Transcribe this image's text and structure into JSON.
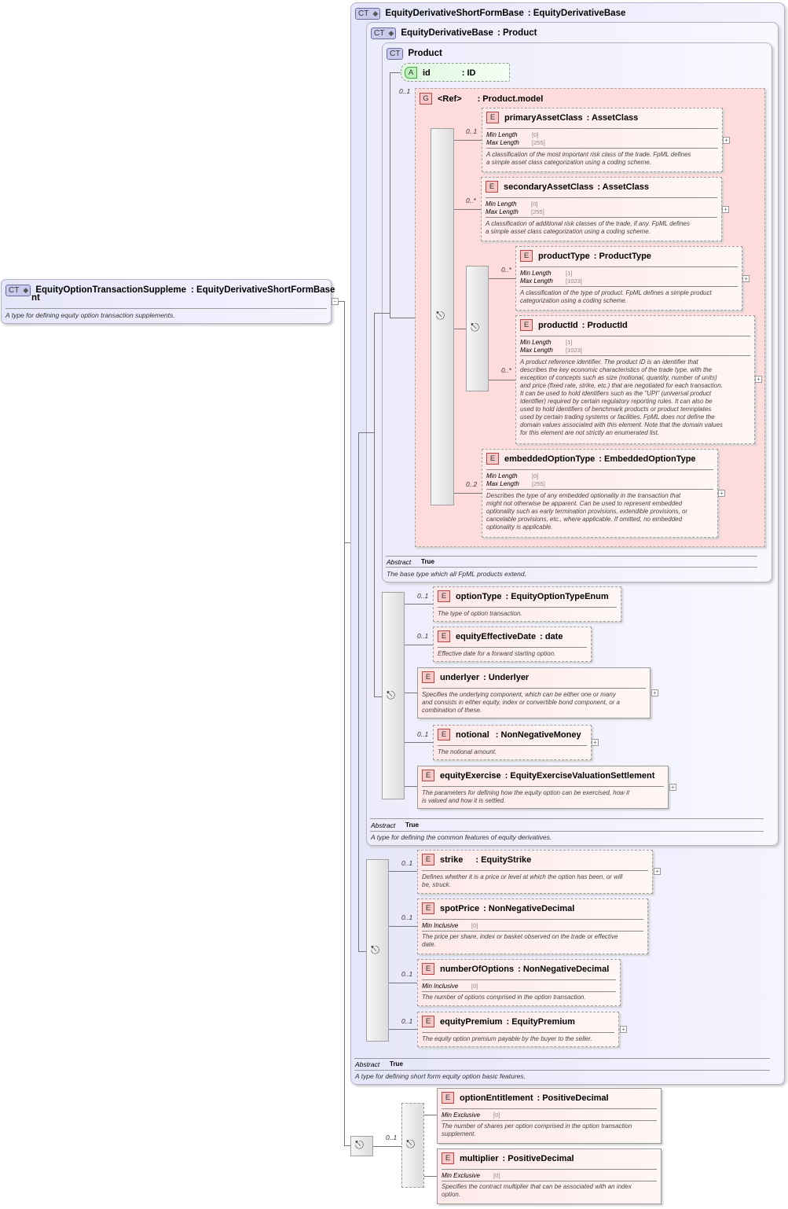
{
  "root": {
    "name": "EquityOptionTransactionSuppleme nt",
    "name_line1": "EquityOptionTransactionSuppleme",
    "name_line2": "nt",
    "base": ": EquityDerivativeShortFormBase",
    "doc": "A type for defining equity option transaction supplements.",
    "badge": "CT"
  },
  "badges": {
    "complex_type": "CT",
    "element": "E",
    "attribute": "A",
    "group": "G"
  },
  "labels": {
    "min_length": "Min Length",
    "max_length": "Max Length",
    "min_inclusive": "Min Inclusive",
    "min_exclusive": "Min Exclusive",
    "abstract": "Abstract"
  },
  "short_form_base": {
    "name": "EquityDerivativeShortFormBase",
    "base": ": EquityDerivativeBase",
    "abstract": "True",
    "doc": "A type for defining short form equity option basic features."
  },
  "derivative_base": {
    "name": "EquityDerivativeBase",
    "base": ": Product",
    "abstract": "True",
    "doc": "A type for defining the common features of equity derivatives."
  },
  "product": {
    "name": "Product",
    "abstract": "True",
    "doc": "The base type which all FpML products extend.",
    "attribute": {
      "name": "id",
      "type": ": ID"
    },
    "group": {
      "name": "<Ref>",
      "type": ": Product.model",
      "card": "0..1"
    }
  },
  "product_model_elements": [
    {
      "name": "primaryAssetClass",
      "type": ": AssetClass",
      "card": "0..1",
      "min": "[0]",
      "max": "[255]",
      "doc1": "A classification of the most important risk class of the trade. FpML defines",
      "doc2": "a simple asset class categorization using a coding scheme."
    },
    {
      "name": "secondaryAssetClass",
      "type": ": AssetClass",
      "card": "0..*",
      "min": "[0]",
      "max": "[255]",
      "doc1": "A classification of additional risk classes of the trade, if any. FpML defines",
      "doc2": "a simple asset class categorization using a coding scheme."
    },
    {
      "name": "productType",
      "type": ": ProductType",
      "card": "0..*",
      "min": "[1]",
      "max": "[1023]",
      "doc1": "A classification of the type of product. FpML defines a simple product",
      "doc2": "categorization using a coding scheme."
    },
    {
      "name": "productId",
      "type": ": ProductId",
      "card": "0..*",
      "min": "[1]",
      "max": "[1023]",
      "doc_lines": [
        "A product reference identifier. The product ID is an identifier that",
        "describes the key economic characteristics of the trade type, with the",
        "exception of concepts such as size (notional, quantity, number of units)",
        "and price (fixed rate, strike, etc.) that are negotiated for each transaction.",
        "It can be used to hold identifiers such as the \"UPI\" (universal product",
        "identifier) required by certain regulatory reporting rules. It can also be",
        "used to hold identifiers of benchmark products or product temnplates",
        "used by certain trading systems or facilities. FpML does not define the",
        "domain values associated with this element. Note that the domain values",
        "for this element are not strictly an enumerated list."
      ]
    },
    {
      "name": "embeddedOptionType",
      "type": ": EmbeddedOptionType",
      "card": "0..2",
      "min": "[0]",
      "max": "[255]",
      "doc_lines": [
        "Describes the type of any embedded optionality in the transaction that",
        "might not otherwise be apparent. Can be used to represent embedded",
        "optionality such as early termination provisions, extendible provisions, or",
        "cancelable provisions, etc., where applicable. If omitted, no embedded",
        "optionality is applicable."
      ]
    }
  ],
  "derivative_elements": [
    {
      "name": "optionType",
      "type": ": EquityOptionTypeEnum",
      "card": "0..1",
      "doc1": "The type of option transaction."
    },
    {
      "name": "equityEffectiveDate",
      "type": ": date",
      "card": "0..1",
      "doc1": "Effective date for a forward starting option."
    },
    {
      "name": "underlyer",
      "type": ": Underlyer",
      "card": "",
      "doc_lines": [
        "Specifies the underlying component, which can be either one or many",
        "and consists in either equity, index or convertible bond component, or a",
        "combination of these."
      ]
    },
    {
      "name": "notional",
      "type": ": NonNegativeMoney",
      "card": "0..1",
      "doc1": "The notional amount."
    },
    {
      "name": "equityExercise",
      "type": ": EquityExerciseValuationSettlement",
      "card": "",
      "doc_lines": [
        "The parameters for defining how the equity option can be exercised, how it",
        "is valued and how it is settled."
      ]
    }
  ],
  "short_form_elements": [
    {
      "name": "strike",
      "type": ": EquityStrike",
      "card": "0..1",
      "doc_lines": [
        "Defines whether it is a price or level at which the option has been, or will",
        "be, struck."
      ]
    },
    {
      "name": "spotPrice",
      "type": ": NonNegativeDecimal",
      "card": "0..1",
      "min": "[0]",
      "doc_lines": [
        "The price per share, index or basket observed on the trade or effective",
        "date."
      ]
    },
    {
      "name": "numberOfOptions",
      "type": ": NonNegativeDecimal",
      "card": "0..1",
      "min": "[0]",
      "doc_lines": [
        "The number of options comprised in the option transaction."
      ]
    },
    {
      "name": "equityPremium",
      "type": ": EquityPremium",
      "card": "0..1",
      "doc_lines": [
        "The equity option premium payable by the buyer to the seller."
      ]
    }
  ],
  "supplement_choice_card": "0..1",
  "supplement_elements": [
    {
      "name": "optionEntitlement",
      "type": ": PositiveDecimal",
      "min": "[0]",
      "doc_lines": [
        "The number of shares per option comprised in the option transaction",
        "supplement."
      ]
    },
    {
      "name": "multiplier",
      "type": ": PositiveDecimal",
      "min": "[0]",
      "doc_lines": [
        "Specifies the contract multiplier that can be associated with an index",
        "option."
      ]
    }
  ],
  "colors": {
    "ct_fill": "#e6e6fa",
    "element_fill": "#ffe9e9",
    "group_fill": "#ffdcdc",
    "attribute_fill": "#e3fbe3"
  }
}
